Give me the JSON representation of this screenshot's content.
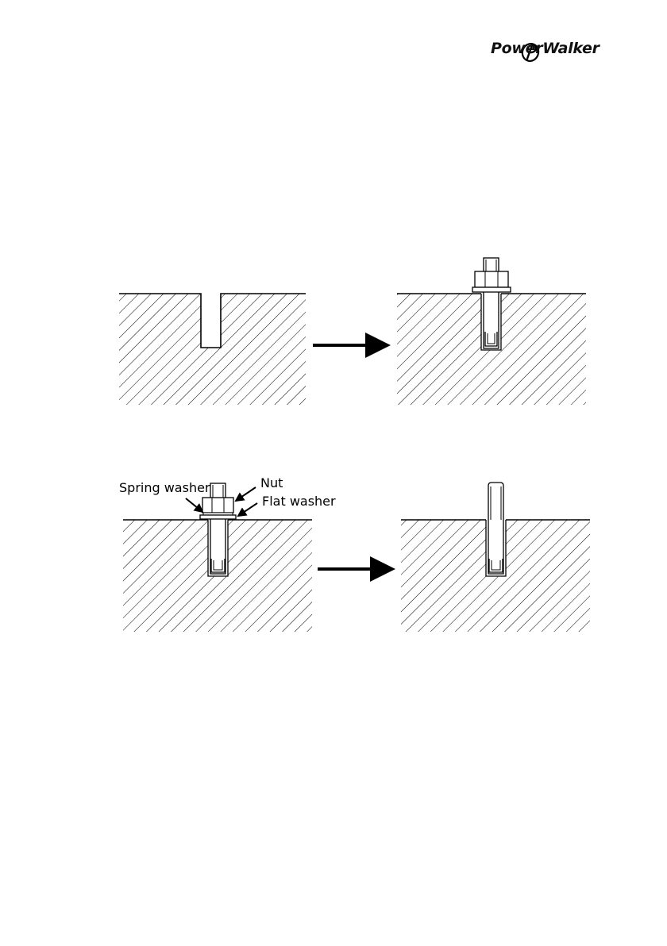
{
  "brand": {
    "name": "PowerWalker",
    "logo_icon": "powerwalker-swirl-icon"
  },
  "diagram": {
    "steps": [
      {
        "id": "drill-hole"
      },
      {
        "id": "insert-anchor-bolt"
      },
      {
        "id": "bolt-with-washers-and-nut"
      },
      {
        "id": "remaining-stud"
      }
    ],
    "labels": {
      "spring_washer": "Spring washer",
      "nut": "Nut",
      "flat_washer": "Flat washer"
    }
  }
}
